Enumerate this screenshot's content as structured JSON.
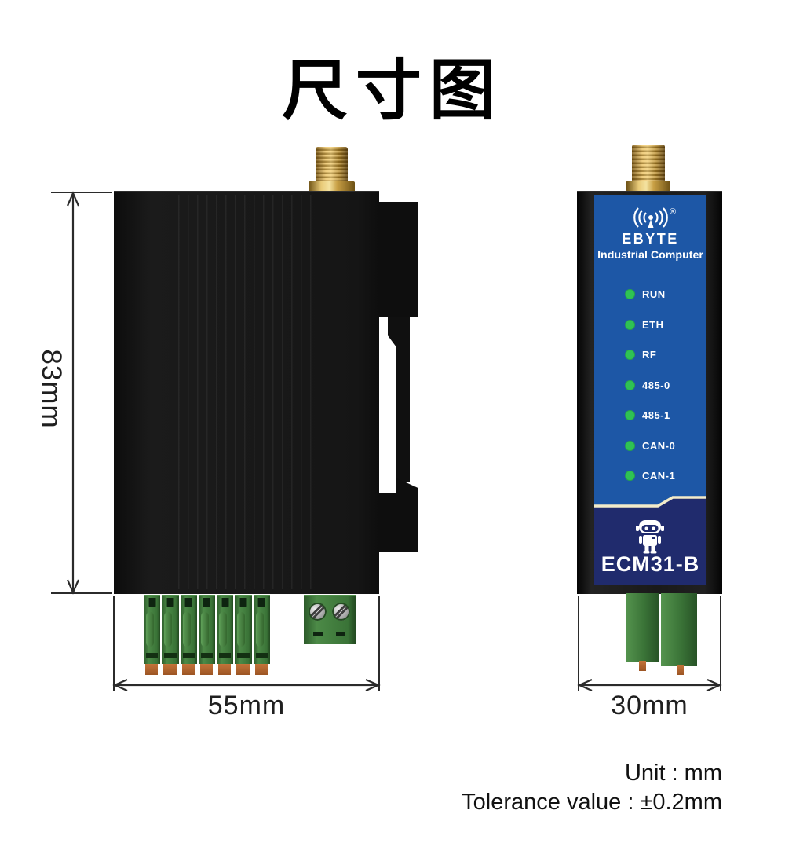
{
  "title": "尺寸图",
  "side_view": {
    "height_label": "83mm",
    "width_label": "55mm"
  },
  "front_view": {
    "width_label": "30mm",
    "brand": "EBYTE",
    "reg_mark": "®",
    "tagline": "Industrial Computer",
    "model": "ECM31-B",
    "leds": [
      {
        "label": "RUN"
      },
      {
        "label": "ETH"
      },
      {
        "label": "RF"
      },
      {
        "label": "485-0"
      },
      {
        "label": "485-1"
      },
      {
        "label": "CAN-0"
      },
      {
        "label": "CAN-1"
      }
    ]
  },
  "notes": {
    "unit": "Unit : mm",
    "tolerance": "Tolerance value : ±0.2mm"
  },
  "colors": {
    "label_blue": "#1d57a6",
    "label_navy": "#202b6d",
    "accent_cream": "#f3ecca",
    "led_green": "#2fc254",
    "terminal_green": "#3a7337",
    "tab_orange": "#b9682e",
    "antenna_gold": "#d9b459",
    "body_black": "#161616"
  }
}
